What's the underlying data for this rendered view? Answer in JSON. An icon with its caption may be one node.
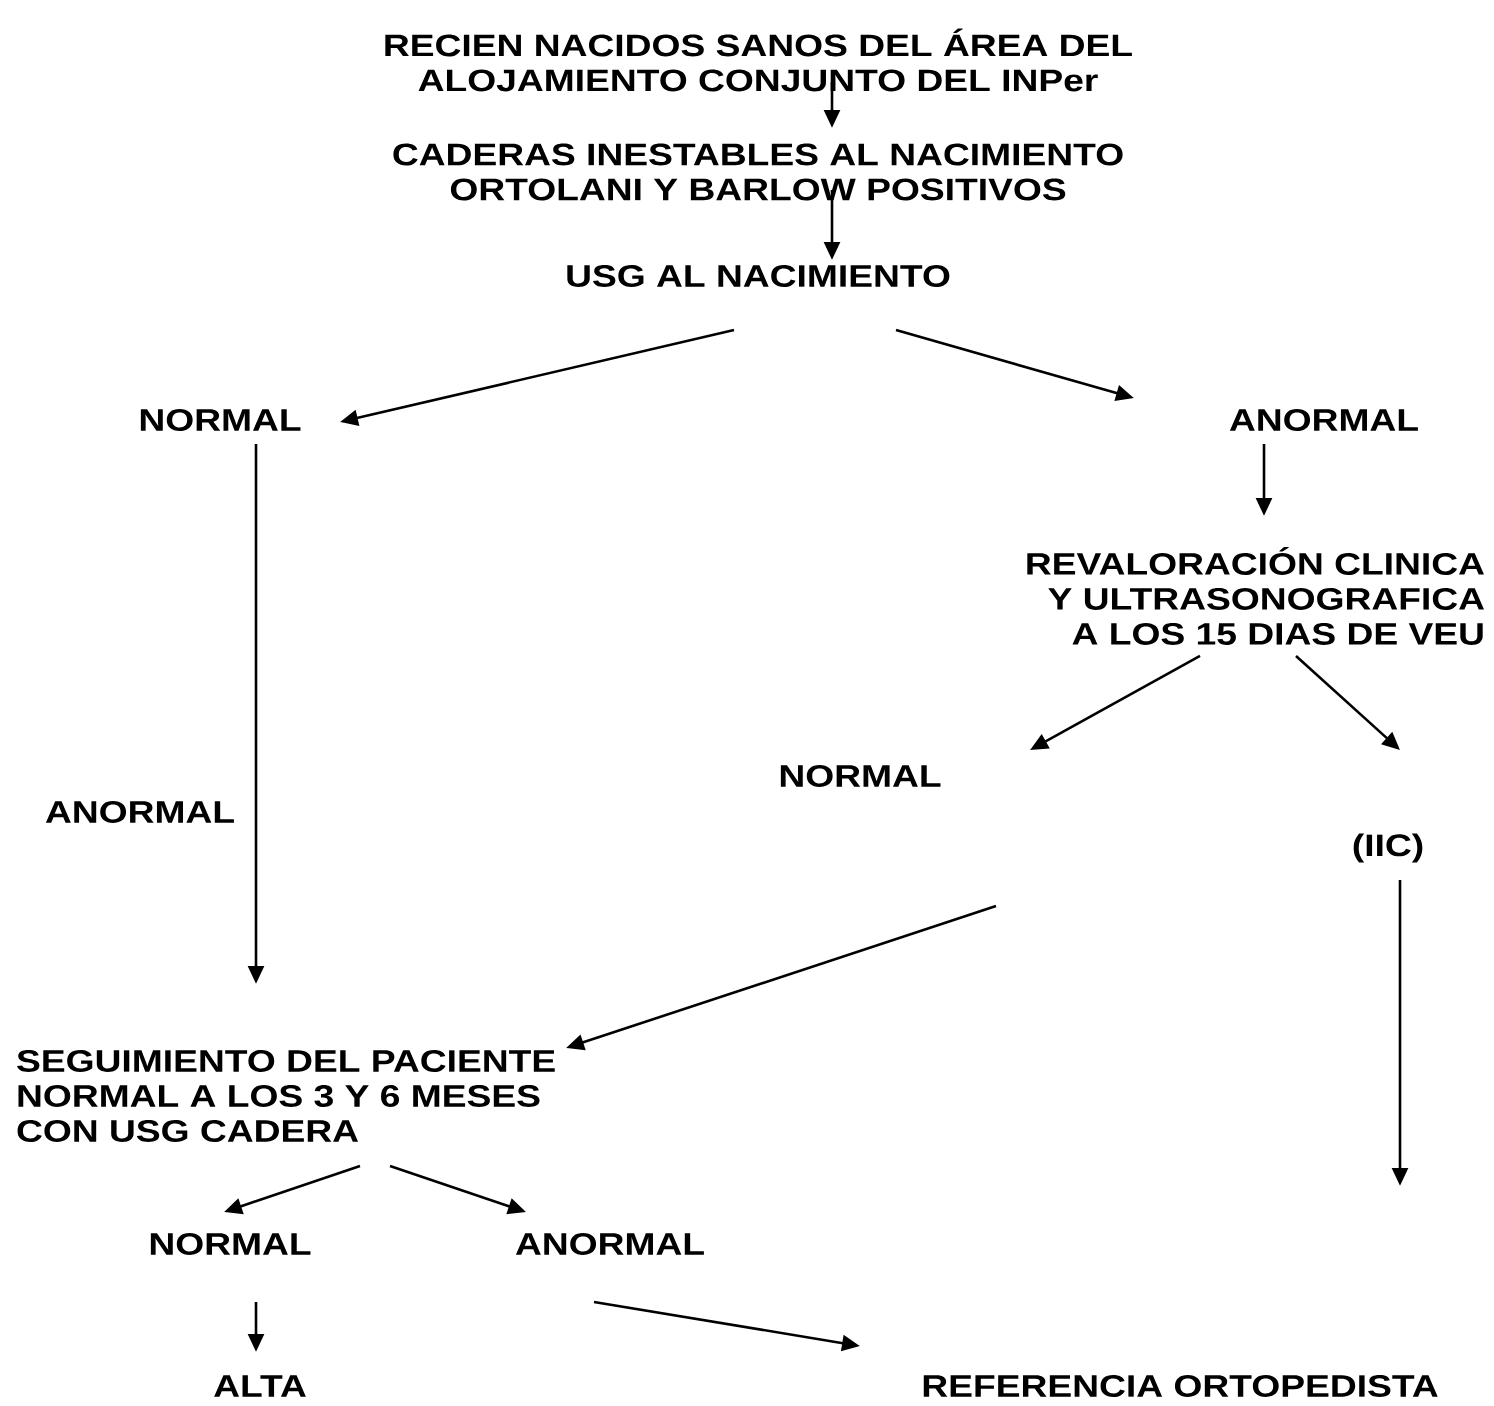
{
  "diagram": {
    "nodes": [
      {
        "text": [
          "RECIEN NACIDOS SANOS DEL ÁREA DEL ALOJAMIENTO CONJUNTO DEL INPer"
        ]
      },
      {
        "text": [
          "CADERAS INESTABLES AL NACIMIENTO ORTOLANI Y BARLOW POSITIVOS"
        ]
      },
      {
        "text": [
          "USG AL NACIMIENTO"
        ]
      },
      {
        "text": [
          "NORMAL"
        ]
      },
      {
        "text": [
          "ANORMAL"
        ]
      },
      {
        "text": [
          "REVALORACIÓN CLINICA Y ULTRASONOGRAFICA A LOS 15 DIAS DE VEU"
        ]
      },
      {
        "text": [
          "NORMAL"
        ]
      },
      {
        "text": [
          "(IIC)"
        ]
      },
      {
        "text": [
          "SEGUIMIENTO DEL PACIENTE NORMAL A LOS 3 Y 6 MESES CON USG CADERA"
        ]
      },
      {
        "text": [
          "NORMAL"
        ]
      },
      {
        "text": [
          "ANORMAL"
        ]
      },
      {
        "text": [
          "ALTA"
        ]
      },
      {
        "text": [
          "REFERENCIA ORTOPEDISTA"
        ]
      }
    ],
    "edges": [
      {
        "from": 0,
        "to": 1,
        "arrow": "to"
      },
      {
        "from": 1,
        "to": 2,
        "arrow": "to"
      },
      {
        "from": 2,
        "to": 3,
        "arrow": "to"
      },
      {
        "from": 2,
        "to": 4,
        "arrow": "to"
      },
      {
        "from": 4,
        "to": 5,
        "arrow": "to"
      },
      {
        "from": 5,
        "to": 6,
        "arrow": "to"
      },
      {
        "from": 5,
        "to": 7,
        "arrow": "to"
      },
      {
        "from": 3,
        "to": 8,
        "arrow": "to",
        "label": "ANORMAL"
      },
      {
        "from": 6,
        "to": 8,
        "arrow": "to"
      },
      {
        "from": 7,
        "to": null,
        "arrow": "to"
      },
      {
        "from": 8,
        "to": 9,
        "arrow": "to"
      },
      {
        "from": 8,
        "to": 10,
        "arrow": "to"
      },
      {
        "from": 9,
        "to": 11,
        "arrow": "to"
      },
      {
        "from": 10,
        "to": 12,
        "arrow": "to"
      }
    ]
  }
}
